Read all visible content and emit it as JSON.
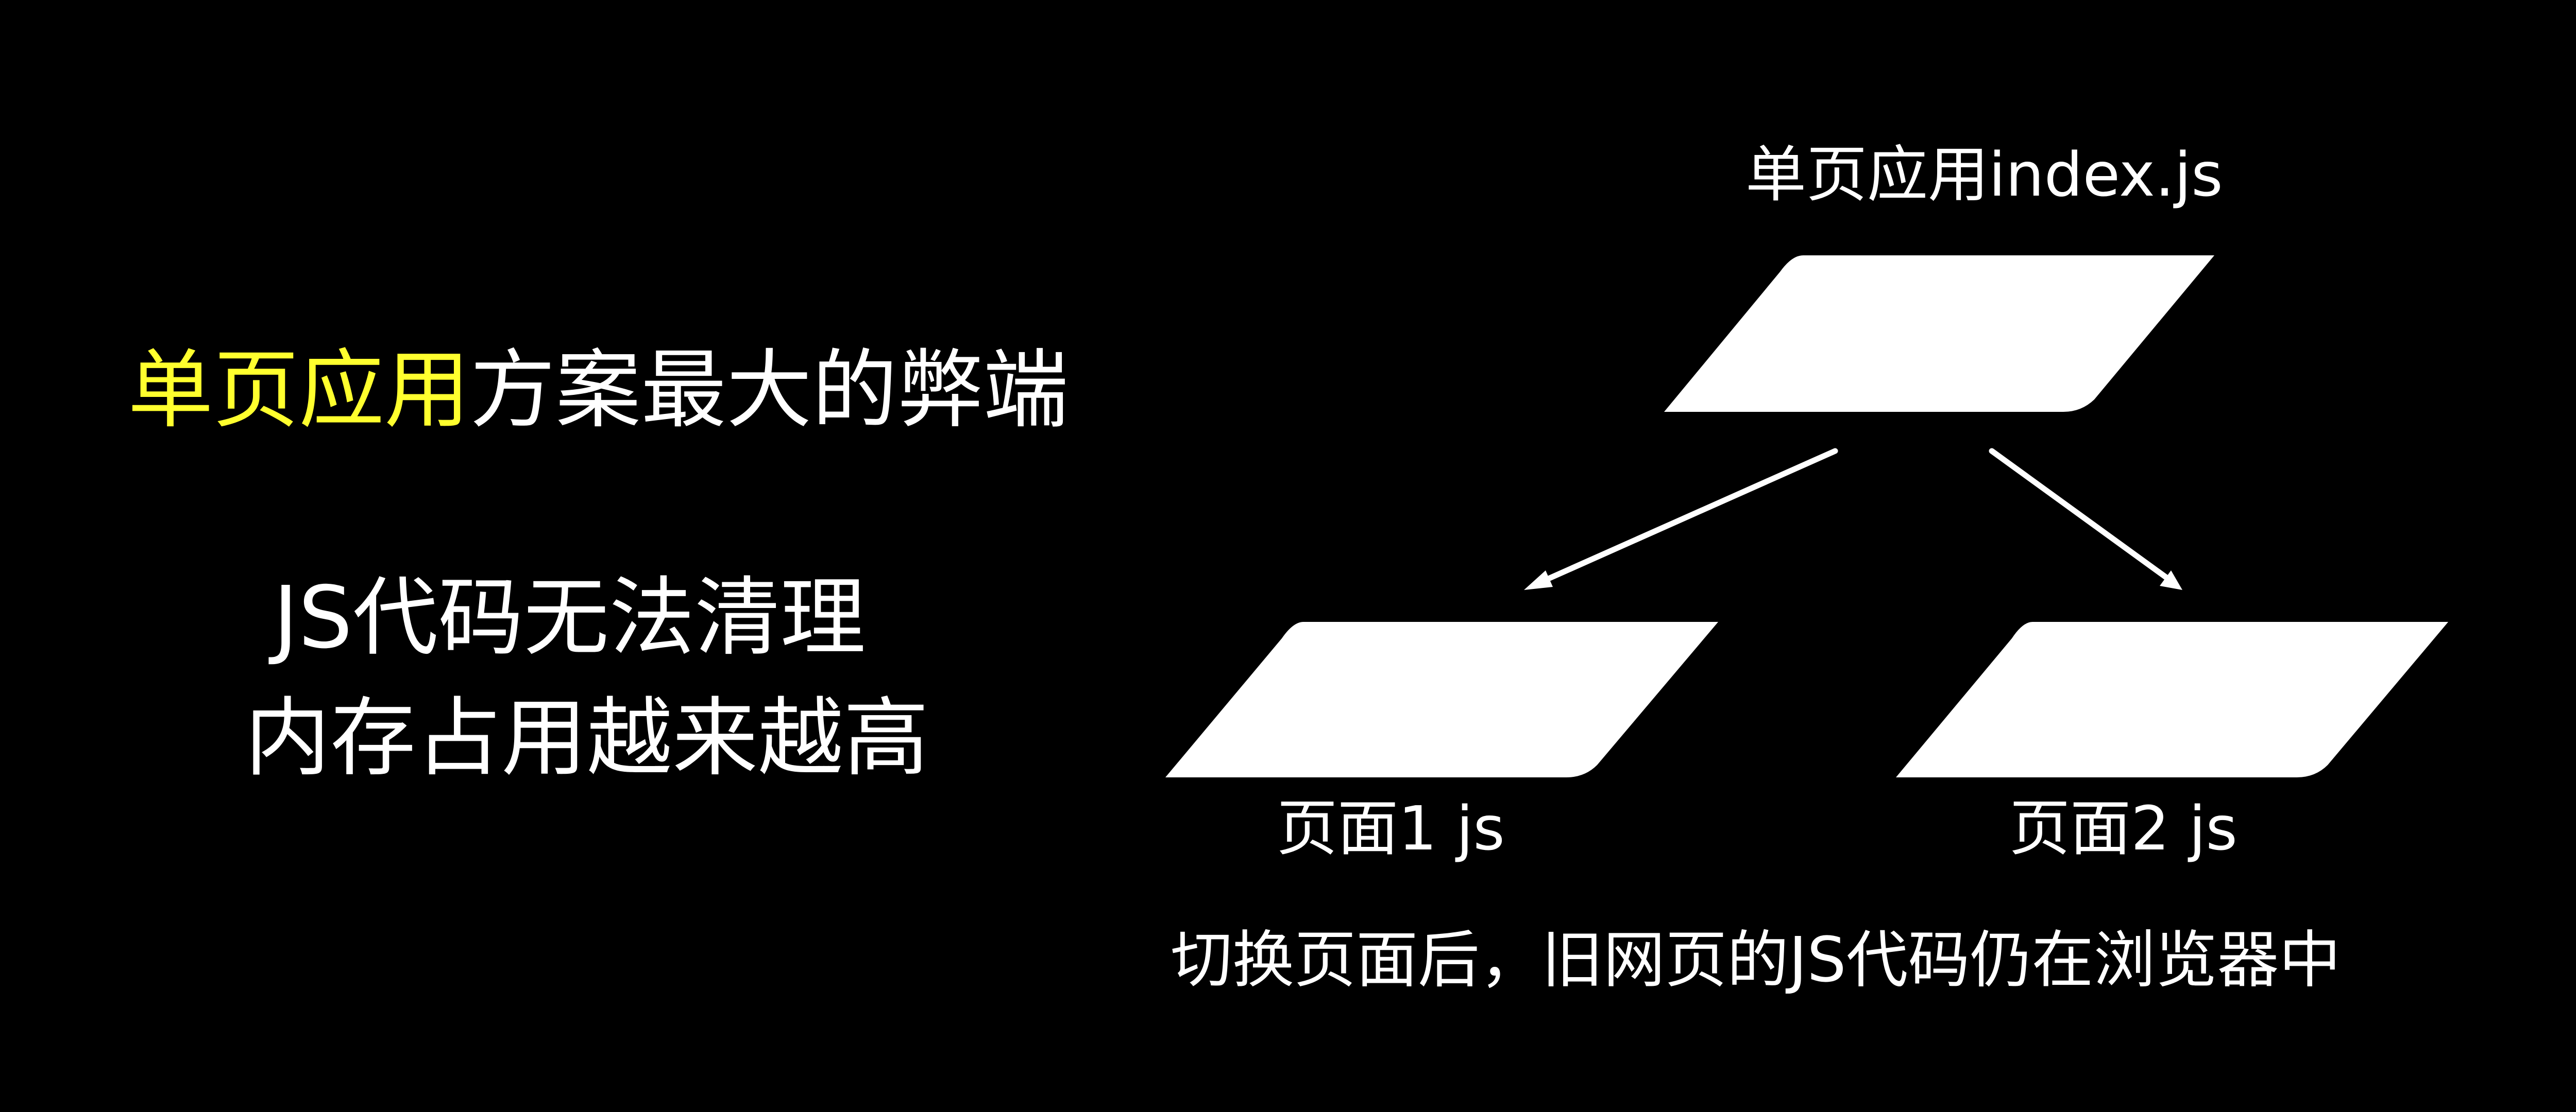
{
  "headline": {
    "highlight": "单页应用",
    "rest": "方案最大的弊端"
  },
  "points": [
    "JS代码无法清理",
    "内存占用越来越高"
  ],
  "diagram": {
    "top_label": "单页应用index.js",
    "page1_label": "页面1 js",
    "page2_label": "页面2 js",
    "caption": "切换页面后，旧网页的JS代码仍在浏览器中"
  },
  "colors": {
    "background": "#000000",
    "text": "#ffffff",
    "highlight": "#ffff2e"
  }
}
